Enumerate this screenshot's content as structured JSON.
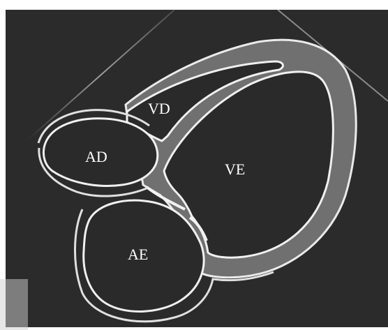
{
  "labels": {
    "right_ventricle": "VD",
    "right_atrium": "AD",
    "left_ventricle": "VE",
    "left_atrium": "AE"
  },
  "colors": {
    "background": "#2a2a2a",
    "wall": "#e8e8e8",
    "myocardium": "#6e6e6e",
    "cavity": "#2a2a2a"
  }
}
